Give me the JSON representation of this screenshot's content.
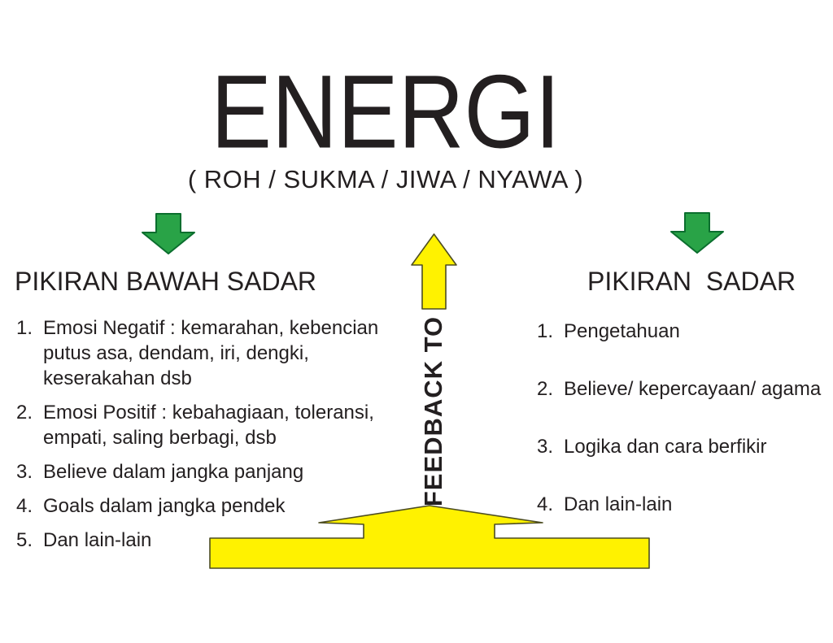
{
  "title": "ENERGI",
  "subtitle": "( ROH / SUKMA / JIWA / NYAWA )",
  "center": {
    "feedback_label": "FEEDBACK TO"
  },
  "left": {
    "heading": "PIKIRAN BAWAH SADAR",
    "items": [
      {
        "num": "1.",
        "text": "Emosi Negatif : kemarahan, kebencian\nputus asa, dendam, iri, dengki,\nkeserakahan dsb"
      },
      {
        "num": "2.",
        "text": "Emosi Positif : kebahagiaan, toleransi,\nempati, saling berbagi, dsb"
      },
      {
        "num": "3.",
        "text": "Believe dalam jangka panjang"
      },
      {
        "num": "4.",
        "text": "Goals dalam jangka pendek"
      },
      {
        "num": "5.",
        "text": "Dan lain-lain"
      }
    ]
  },
  "right": {
    "heading": "PIKIRAN  SADAR",
    "items": [
      {
        "num": "1.",
        "text": "Pengetahuan"
      },
      {
        "num": "2.",
        "text": "Believe/ kepercayaan/ agama"
      },
      {
        "num": "3.",
        "text": "Logika dan cara berfikir"
      },
      {
        "num": "4.",
        "text": "Dan lain-lain"
      }
    ]
  },
  "colors": {
    "text": "#231f20",
    "arrow_green_fill": "#29a347",
    "arrow_green_stroke": "#0b6e2e",
    "arrow_yellow_fill": "#fff200",
    "arrow_yellow_stroke": "#4d4d22",
    "background": "#ffffff"
  }
}
